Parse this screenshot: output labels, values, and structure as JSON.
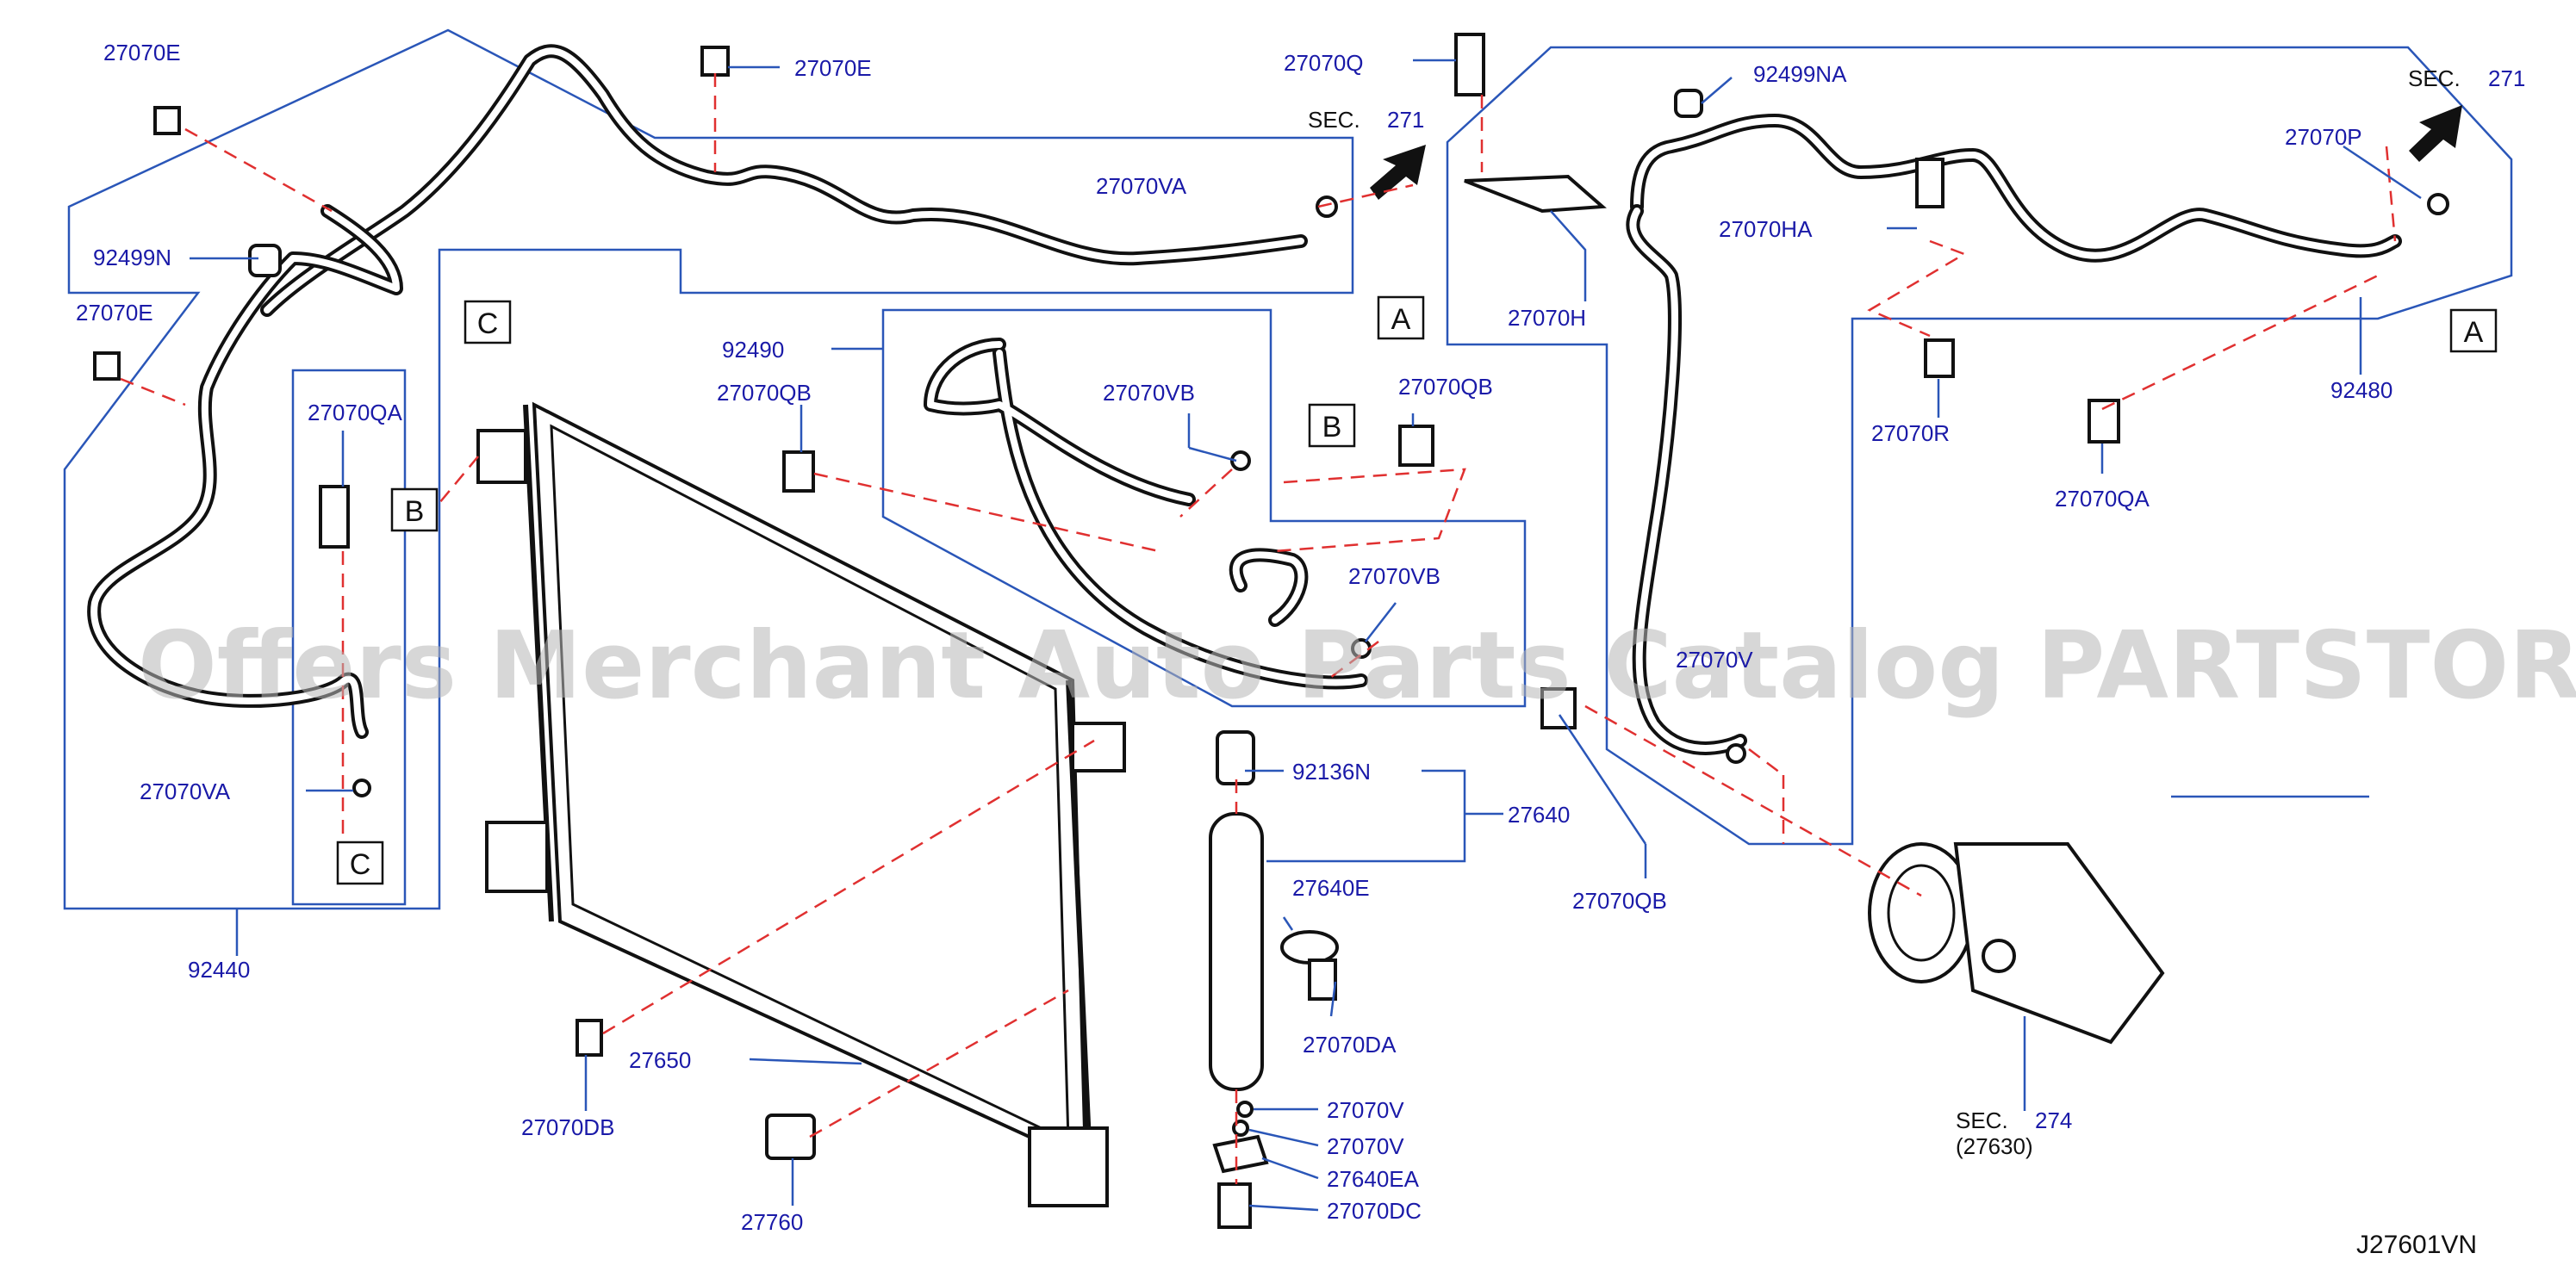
{
  "diagram_code": "J27601VN",
  "watermark": "Offers Merchant Auto Parts Catalog PARTSTORE.SA",
  "ref_boxes": {
    "a1": "A",
    "a2": "A",
    "b1": "B",
    "b2": "B",
    "c1": "C",
    "c2": "C"
  },
  "sec_refs": [
    {
      "prefix": "SEC.",
      "number": "271"
    },
    {
      "prefix": "SEC.",
      "number": "271"
    },
    {
      "prefix": "SEC.",
      "number": "274",
      "sub": "(27630)"
    }
  ],
  "labels": {
    "e1": "27070E",
    "e2": "27070E",
    "e3": "27070E",
    "na1": "92499N",
    "qa1": "27070QA",
    "va1": "27070VA",
    "va2": "27070VA",
    "p92440": "92440",
    "p92490": "92490",
    "qb1": "27070QB",
    "qb2": "27070QB",
    "qb3": "27070QB",
    "vb1": "27070VB",
    "vb2": "27070VB",
    "q1": "27070Q",
    "na2": "92499NA",
    "ha": "27070HA",
    "h": "27070H",
    "p1": "27070P",
    "r": "27070R",
    "qa2": "27070QA",
    "p92480": "92480",
    "v_partial": "27070V",
    "p92136": "92136N",
    "p27640": "27640",
    "p27640e": "27640E",
    "da": "27070DA",
    "v1": "27070V",
    "v2": "27070V",
    "ea": "27640EA",
    "dc": "27070DC",
    "p27650": "27650",
    "db": "27070DB",
    "p27760": "27760"
  }
}
